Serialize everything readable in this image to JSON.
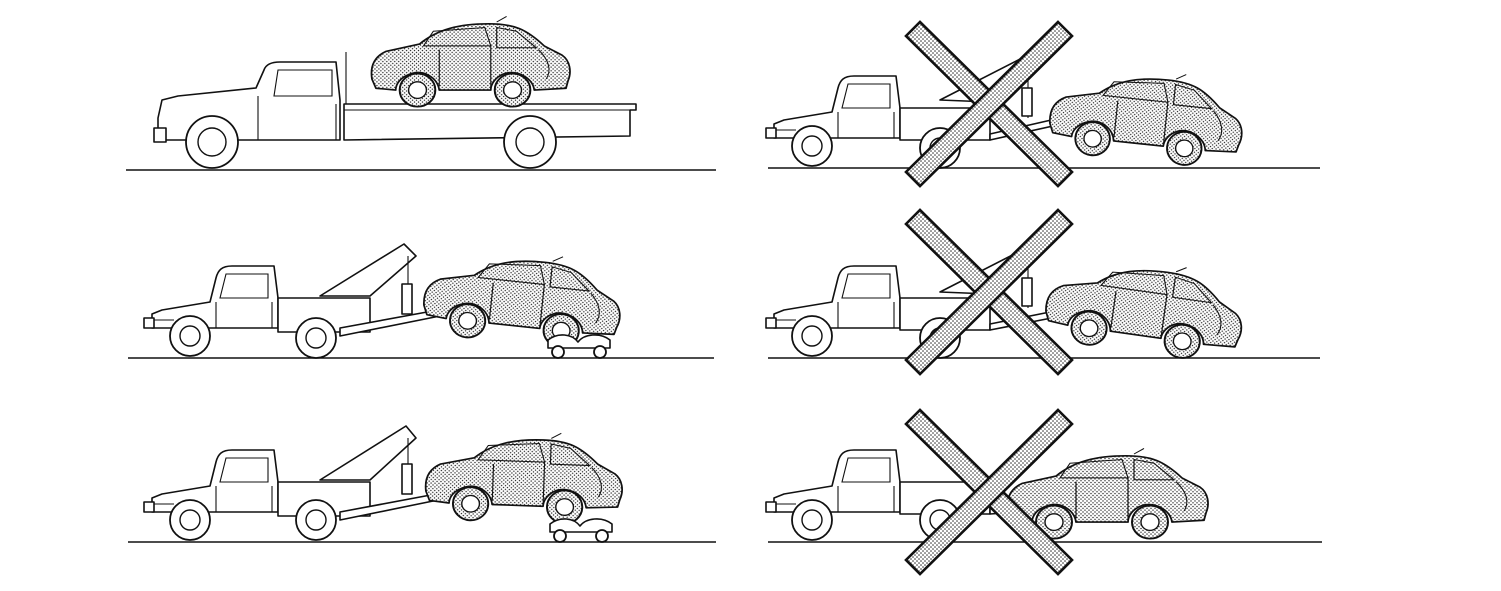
{
  "scenes": [
    {
      "id": "flatbed",
      "method": "flatbed-truck",
      "allowed": true
    },
    {
      "id": "wheel-lift-rear-dollies",
      "method": "wheel-lift-front-with-rear-dollies",
      "allowed": true
    },
    {
      "id": "wheel-lift-front-dollies",
      "method": "wheel-lift-rear-with-front-dollies",
      "allowed": true
    },
    {
      "id": "sling-front-up",
      "method": "sling-front-raised",
      "allowed": false
    },
    {
      "id": "sling-rear-up",
      "method": "sling-rear-raised",
      "allowed": false
    },
    {
      "id": "flat-tow",
      "method": "all-wheels-on-ground",
      "allowed": false
    }
  ],
  "colors": {
    "line": "#111111",
    "background": "#ffffff"
  }
}
